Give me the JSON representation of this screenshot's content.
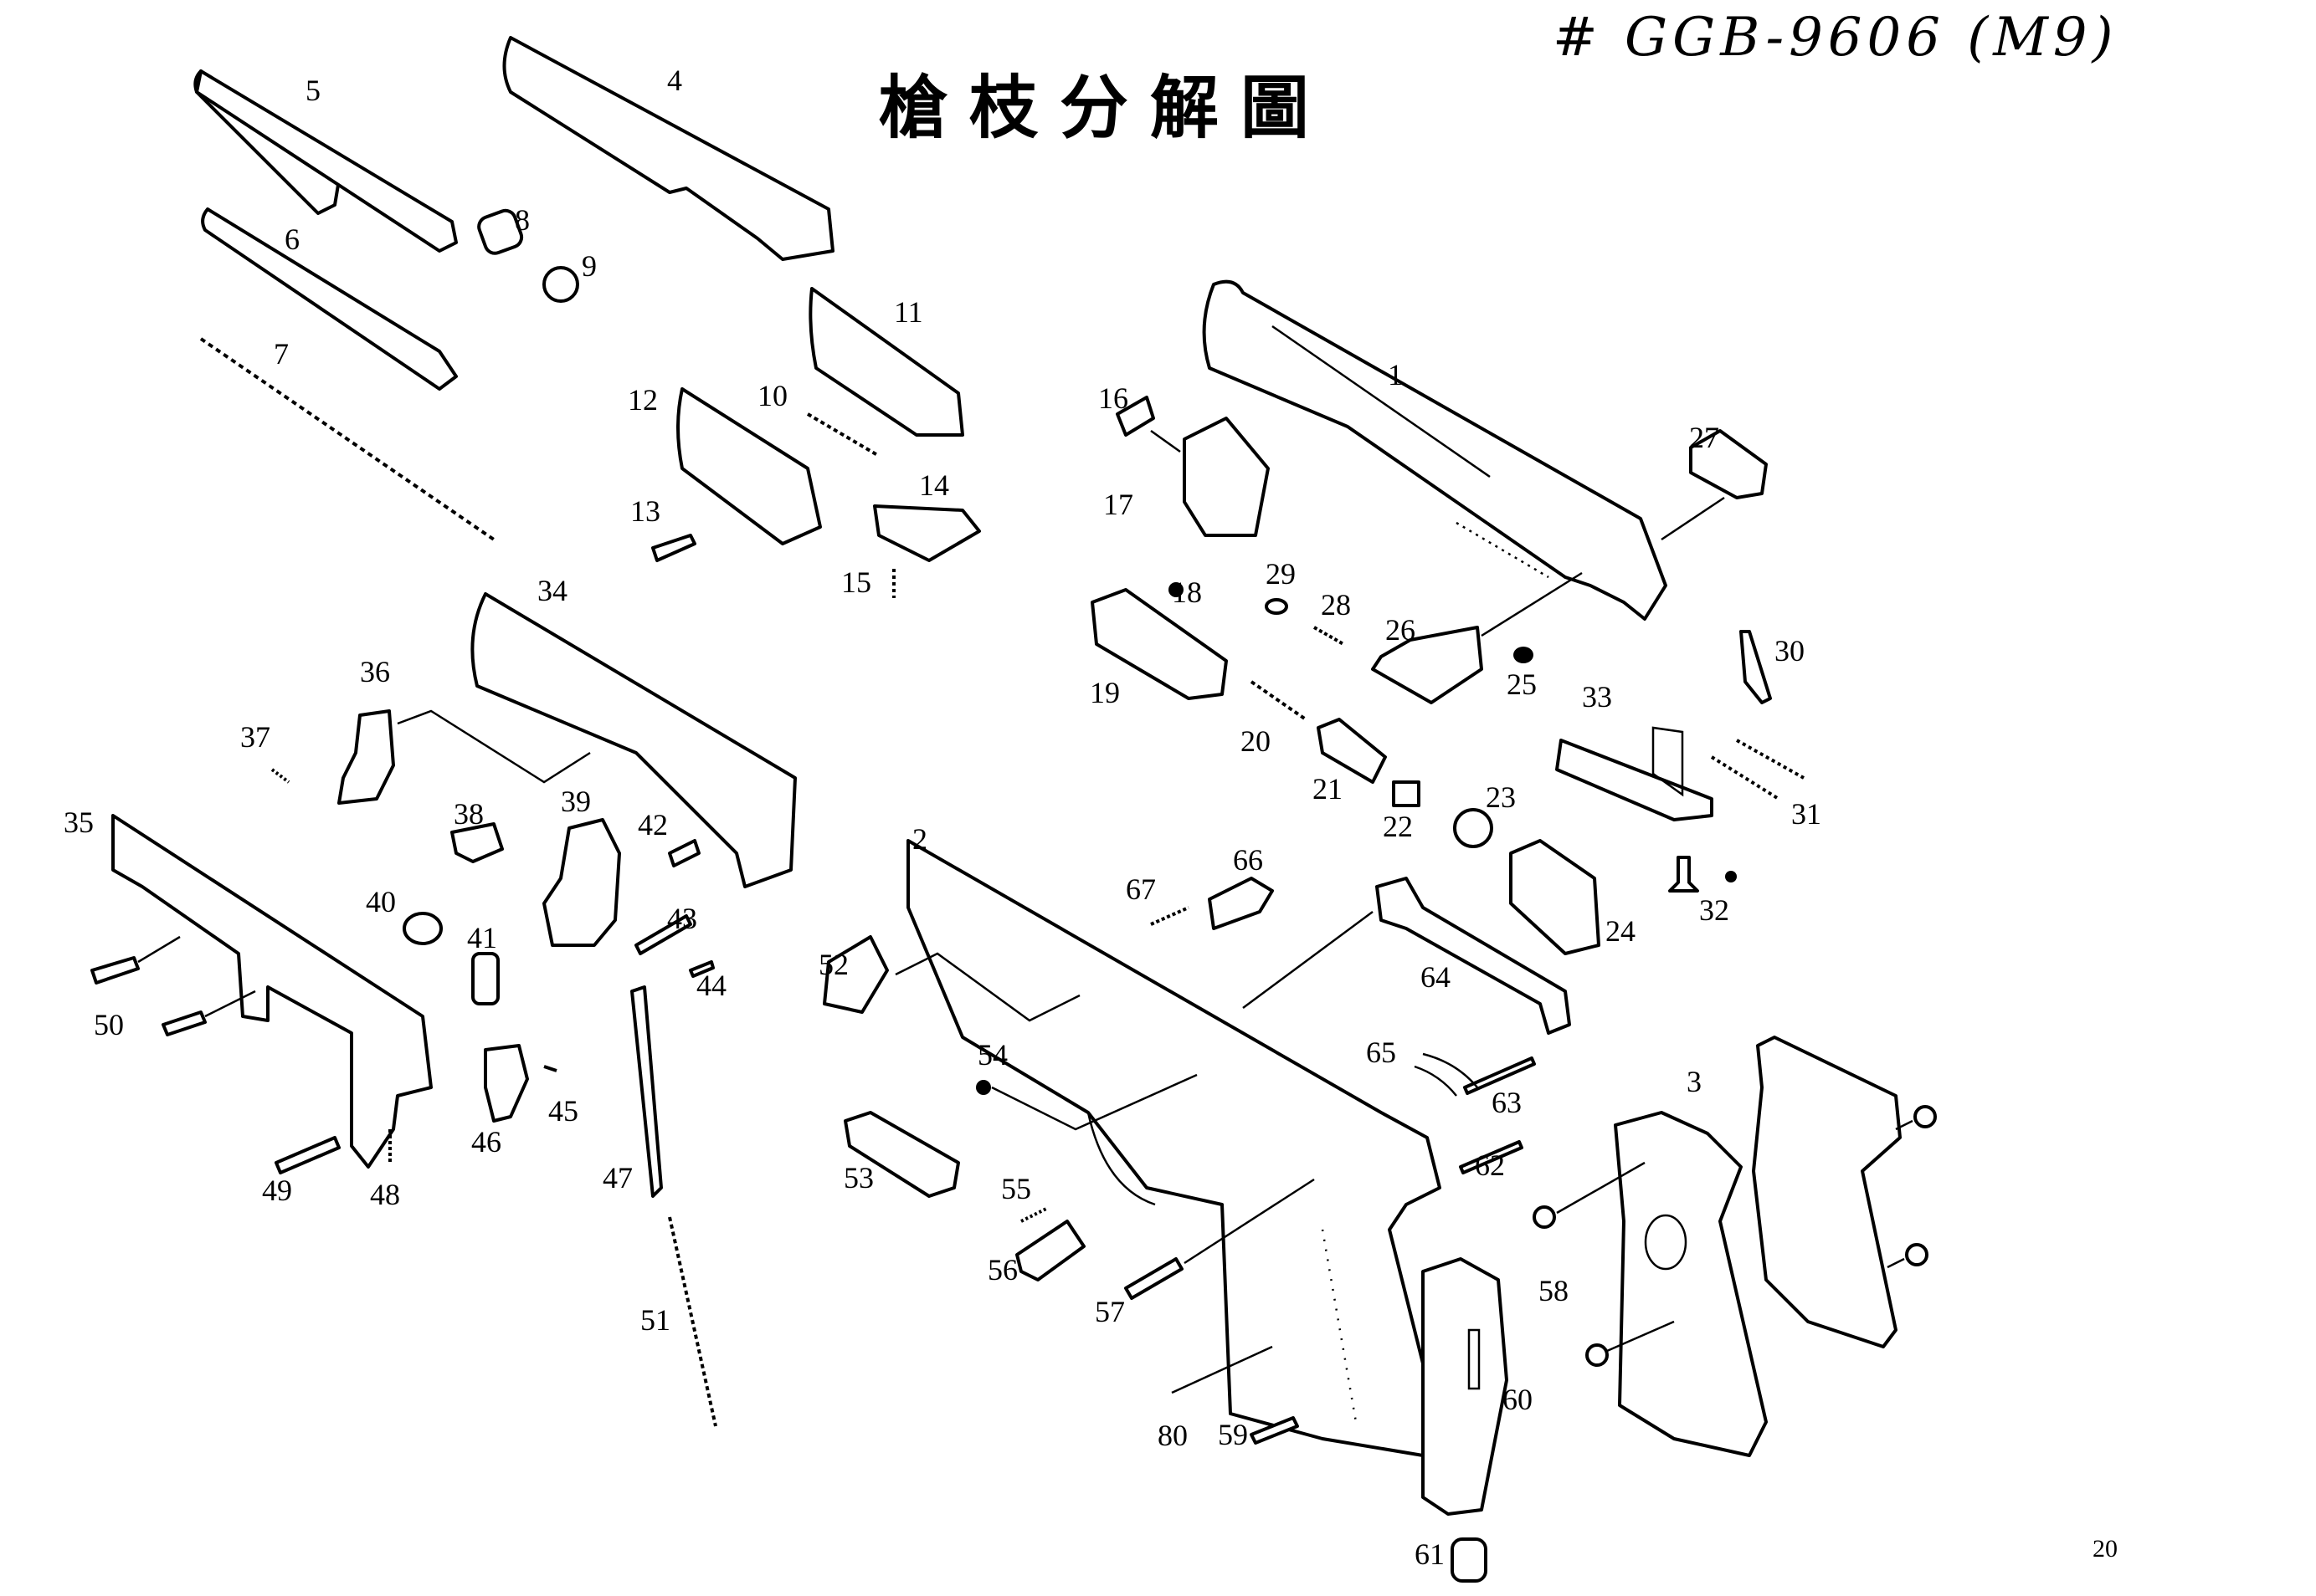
{
  "header": {
    "title": "槍枝分解圖",
    "model_note": "# GGB-9606 (M9)"
  },
  "page_number": "20",
  "diagram": {
    "subject": "M9 pistol exploded parts view",
    "part_labels": [
      "1",
      "2",
      "3",
      "4",
      "5",
      "6",
      "7",
      "8",
      "9",
      "10",
      "11",
      "12",
      "13",
      "14",
      "15",
      "16",
      "17",
      "18",
      "19",
      "20",
      "21",
      "22",
      "23",
      "24",
      "25",
      "26",
      "27",
      "28",
      "29",
      "30",
      "31",
      "32",
      "33",
      "34",
      "35",
      "36",
      "37",
      "38",
      "39",
      "40",
      "41",
      "42",
      "43",
      "44",
      "45",
      "46",
      "47",
      "48",
      "49",
      "50",
      "51",
      "52",
      "53",
      "54",
      "55",
      "56",
      "57",
      "58",
      "59",
      "60",
      "61",
      "62",
      "63",
      "64",
      "65",
      "66",
      "67",
      "80"
    ]
  }
}
